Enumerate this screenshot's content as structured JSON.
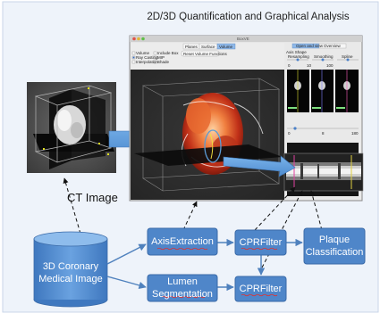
{
  "diagram": {
    "title": "2D/3D Quantification and Graphical Analysis",
    "ct_label": "CT Image",
    "database_label": "3D Coronary Medical Image",
    "nodes": {
      "axis_extraction": "AxisExtraction",
      "lumen_segmentation": "Lumen Segmentation",
      "cpr_filter_top": "CPRFilter",
      "cpr_filter_bottom": "CPRFilter",
      "plaque_classification": "Plaque Classification"
    },
    "colors": {
      "box_fill": "#4f86c9",
      "box_stroke": "#3a6aa8",
      "cylinder_fill": "#5b92d3",
      "arrow_fill": "#5b9bd5",
      "connector": "#4f81bd"
    }
  },
  "app_window": {
    "window_title": "BoxVE",
    "tabs": [
      "Planes",
      "Surface",
      "Volume"
    ],
    "active_tab": "Volume",
    "checkboxes": [
      "Volume",
      "Ray Casting",
      "Interpolation",
      "Include Box",
      "MIP",
      "Shade"
    ],
    "reset_button": "Reset Volume Functions",
    "right_tabs": [
      "Open and view",
      "Overview"
    ],
    "right_section": "Axis Shape",
    "sliders": [
      "Resampling",
      "Smoothing",
      "Spline"
    ],
    "slider_values": [
      "0",
      "10",
      "100"
    ],
    "axis_values": [
      "0",
      "8",
      "180"
    ]
  }
}
